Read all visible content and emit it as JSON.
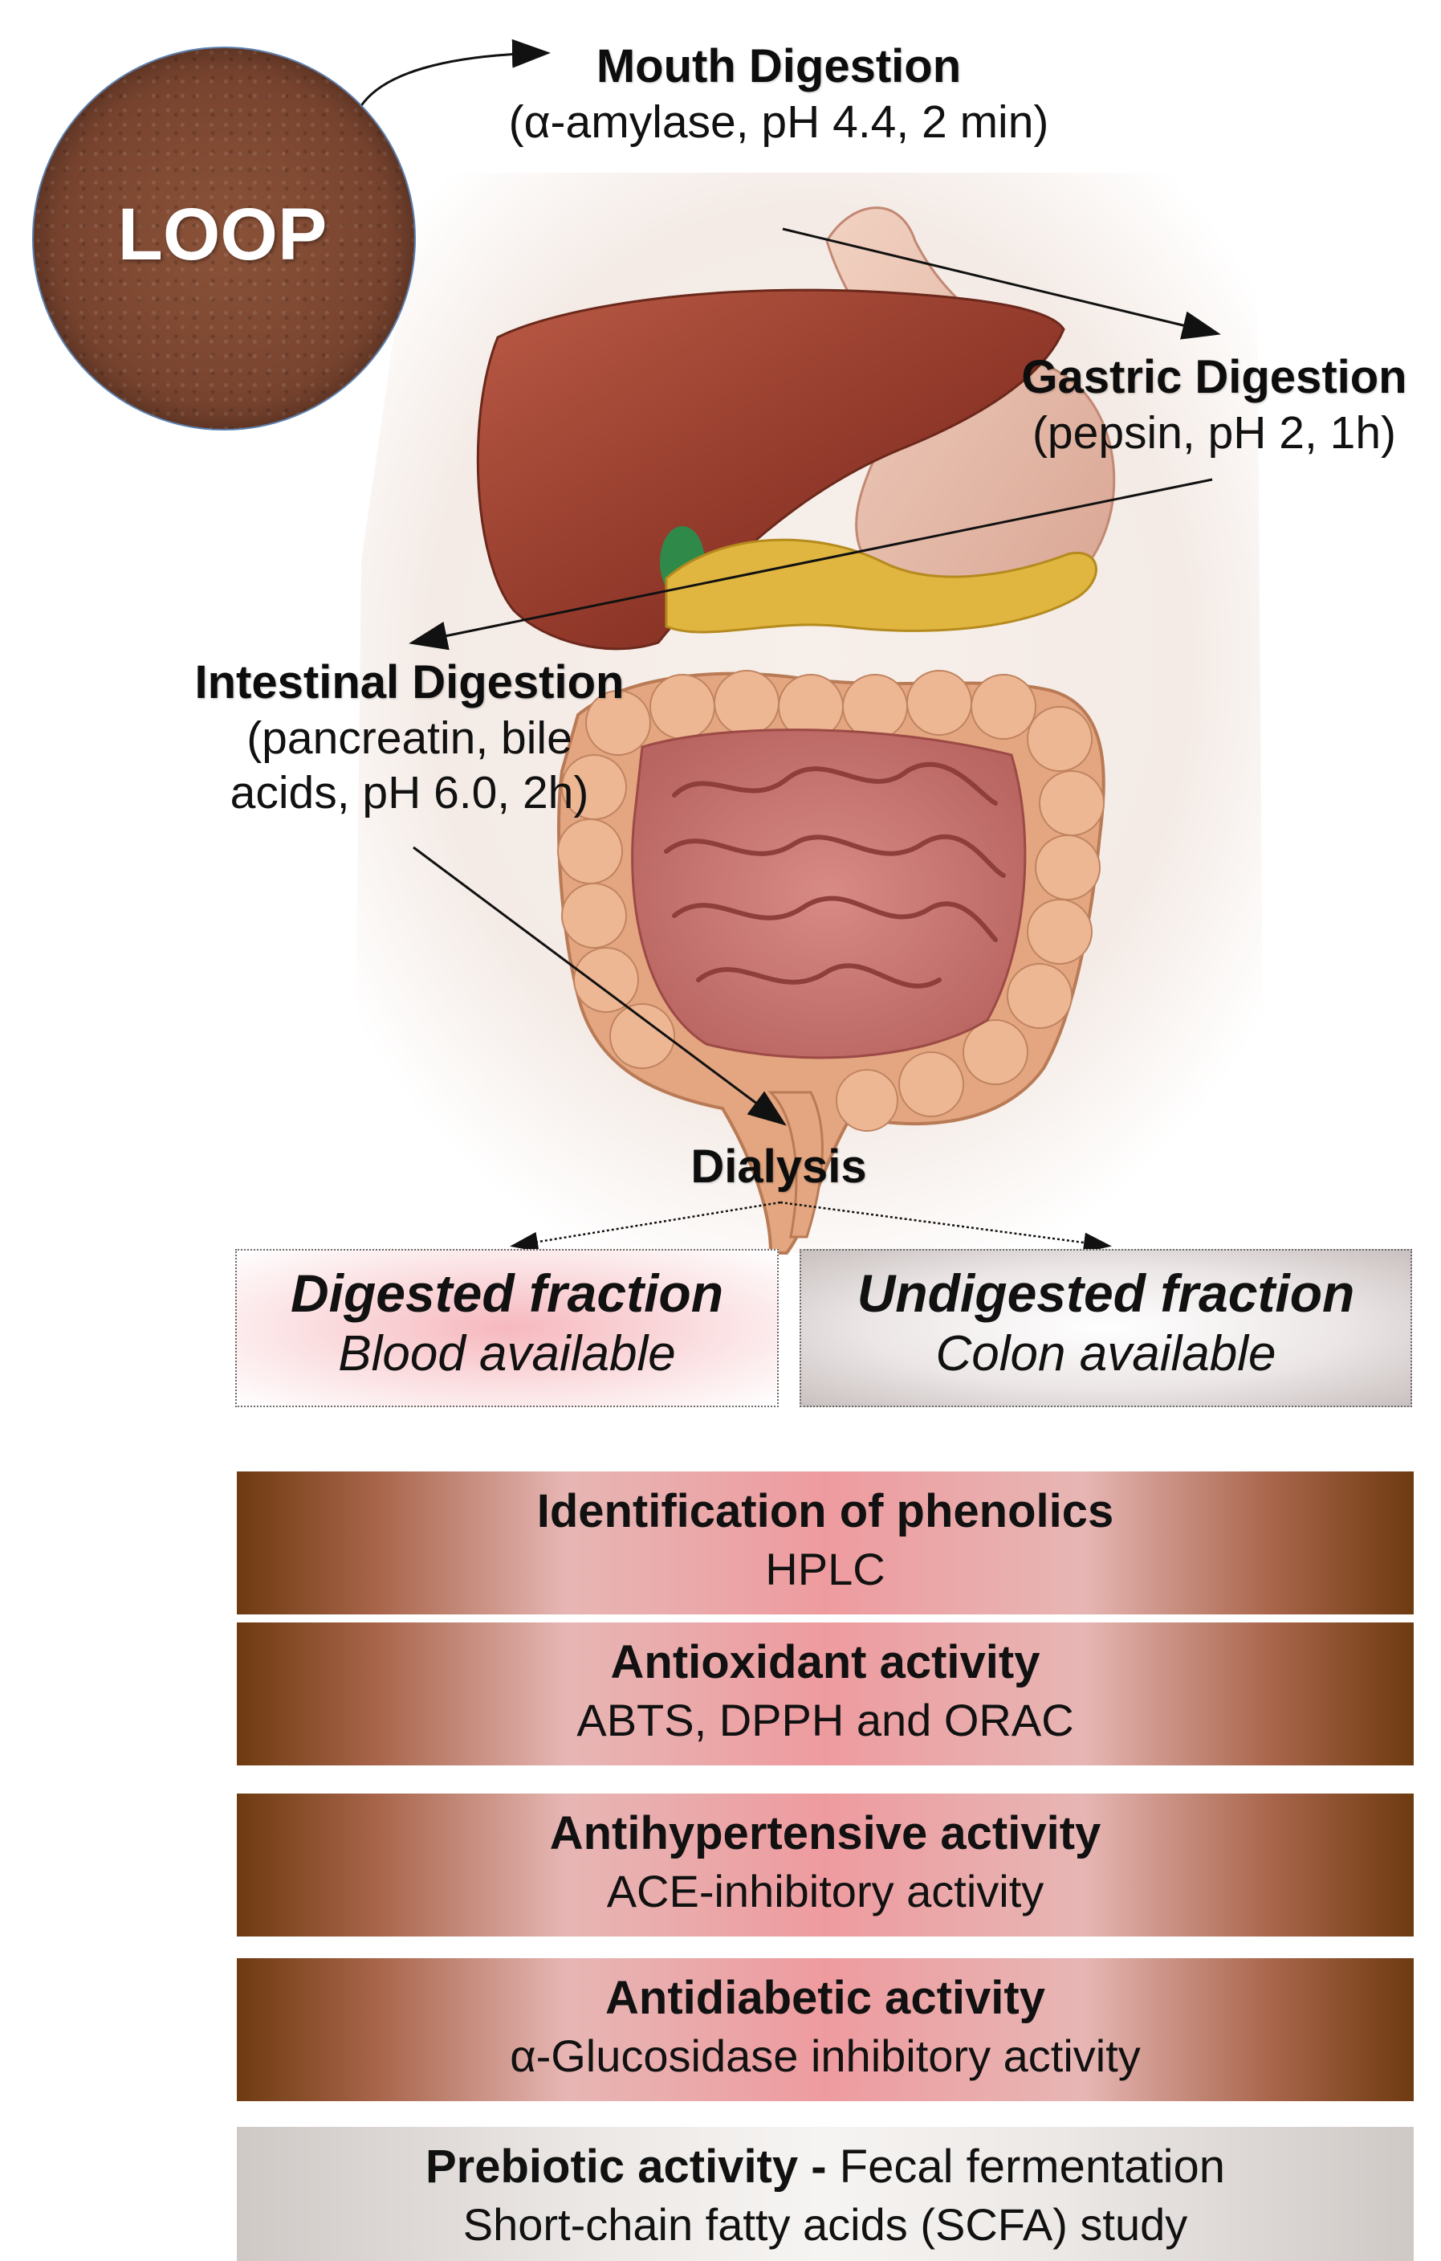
{
  "sample": {
    "label": "LOOP",
    "color": "#7a4530"
  },
  "stages": {
    "mouth": {
      "title": "Mouth Digestion",
      "conditions": "(α-amylase, pH 4.4, 2 min)"
    },
    "gastric": {
      "title": "Gastric Digestion",
      "conditions": "(pepsin, pH 2, 1h)"
    },
    "intestinal": {
      "title": "Intestinal Digestion",
      "conditions_line1": "(pancreatin, bile",
      "conditions_line2": "acids, pH 6.0, 2h)"
    },
    "dialysis": {
      "title": "Dialysis"
    }
  },
  "fractions": {
    "digested": {
      "title": "Digested fraction",
      "subtitle": "Blood available"
    },
    "undigested": {
      "title": "Undigested fraction",
      "subtitle": "Colon available"
    }
  },
  "assays": [
    {
      "title": "Identification of phenolics",
      "method": "HPLC"
    },
    {
      "title": "Antioxidant activity",
      "method": "ABTS, DPPH and ORAC"
    },
    {
      "title": "Antihypertensive activity",
      "method": "ACE-inhibitory activity"
    },
    {
      "title": "Antidiabetic activity",
      "method": "α-Glucosidase inhibitory activity"
    }
  ],
  "prebiotic": {
    "title": "Prebiotic activity -",
    "title_rest": " Fecal fermentation",
    "method": "Short-chain fatty acids (SCFA) study"
  },
  "colors": {
    "band_dark": "#6e3a10",
    "band_center": "#ee9b9f",
    "digested_fill": "#f6b8be",
    "undigested_fill": "#c9c1c0",
    "liver": "#9c3f2e",
    "intestine": "#d98f7a",
    "colon": "#e3a680"
  }
}
